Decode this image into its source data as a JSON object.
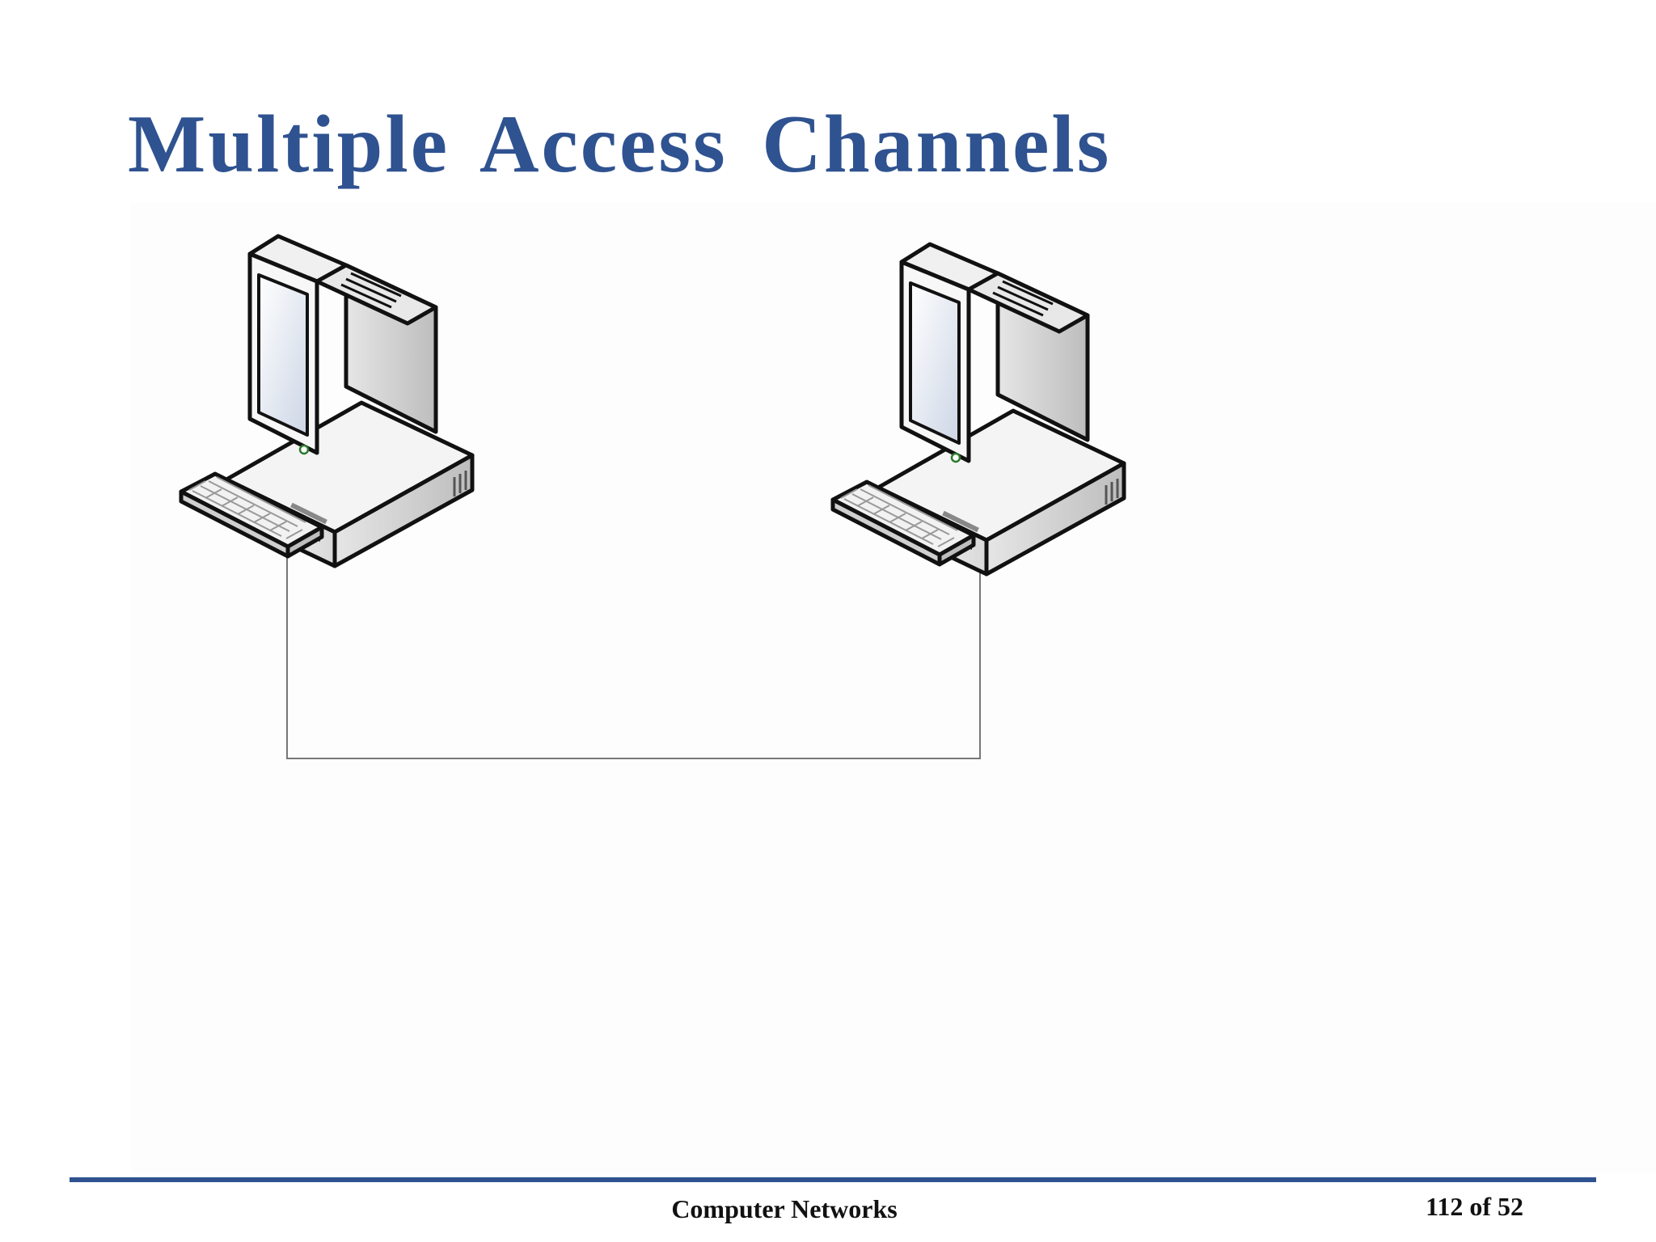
{
  "slide": {
    "title": "Multiple Access Channels",
    "title_color": "#2f5290"
  },
  "diagram": {
    "nodes": [
      {
        "name": "computer-1",
        "icon": "desktop-computer-icon"
      },
      {
        "name": "computer-2",
        "icon": "desktop-computer-icon"
      }
    ],
    "links": [
      {
        "from": "computer-1",
        "to": "computer-2",
        "style": "thin gray line"
      }
    ],
    "line_color": "#777777"
  },
  "footer": {
    "course": "Computer Networks",
    "page": "112 of 52",
    "rule_color": "#2f5290"
  }
}
